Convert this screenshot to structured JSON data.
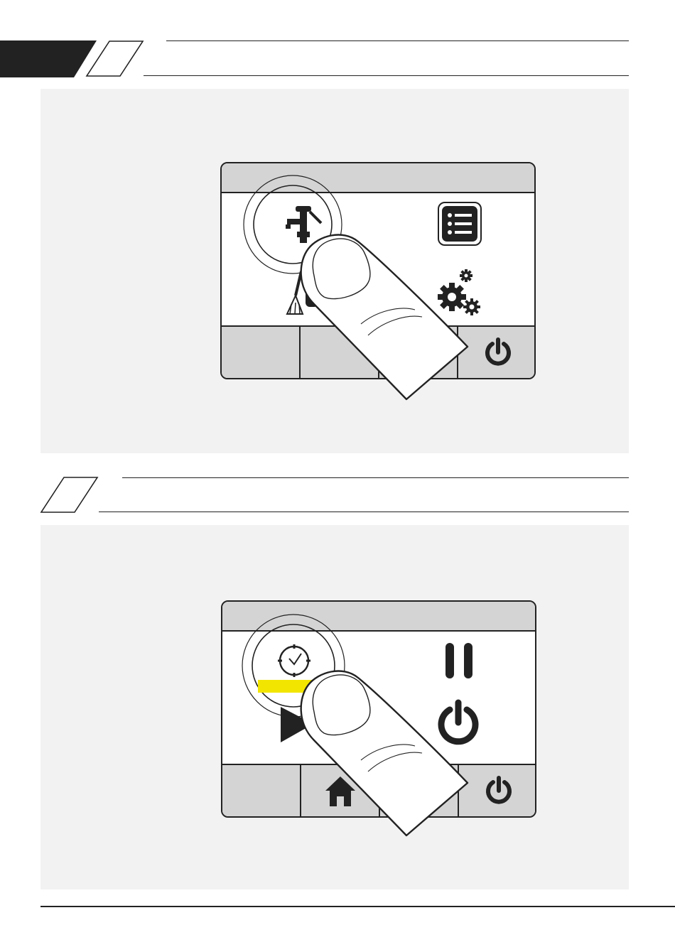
{
  "page": {
    "section_1": {
      "number_tab": "",
      "step_box": "",
      "title": ""
    },
    "section_2": {
      "step_box": "",
      "title": ""
    }
  },
  "screen_1": {
    "highlighted_icon": "faucet-water-icon",
    "icons": [
      "faucet-water-icon",
      "list-menu-icon",
      "cleaning-broom-icon",
      "settings-gears-icon"
    ],
    "bottom_bar": [
      "blank",
      "blank",
      "blank",
      "power-icon"
    ]
  },
  "screen_2": {
    "highlighted_icon": "clock-timer-icon",
    "highlight_color": "#f2e600",
    "icons": [
      "clock-timer-icon",
      "pause-icon",
      "play-icon",
      "power-icon"
    ],
    "bottom_bar": [
      "blank",
      "home-icon",
      "blank",
      "power-icon"
    ]
  },
  "colors": {
    "panel": "#f2f2f2",
    "screen_bar": "#d4d4d4",
    "ink": "#222222",
    "highlight": "#f2e600"
  }
}
